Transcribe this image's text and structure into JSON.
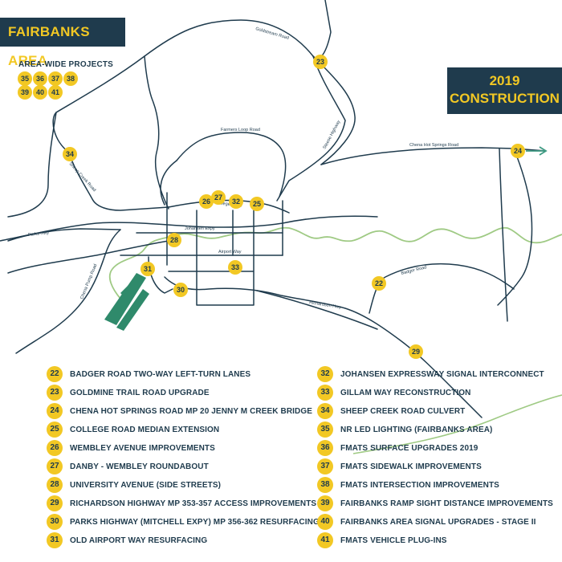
{
  "titles": {
    "area": "FAIRBANKS AREA",
    "year_line1": "2019",
    "year_line2": "CONSTRUCTION",
    "area_wide": "AREA-WIDE PROJECTS"
  },
  "colors": {
    "navy": "#1f3b4d",
    "yellow": "#f2c824",
    "road": "#1f3b4d",
    "river": "#9fca84",
    "airport": "#2f8a6b",
    "arrow": "#3f9b83"
  },
  "road_labels": {
    "goldstream": "Goldstream Road",
    "steese": "Steese Highway",
    "chena_hot_springs": "Chena Hot Springs Road",
    "farmers_loop": "Farmers Loop Road",
    "sheep_creek": "Sheep Creek Road",
    "college": "College Road",
    "johansen": "Johansen Expy",
    "parks": "Parks Hwy",
    "airport_way": "Airport Way",
    "chena_pump": "Chena Pump Road",
    "badger": "Badger Road",
    "richardson": "Richardson Hwy"
  },
  "map_markers": {
    "m23": "23",
    "m24": "24",
    "m34": "34",
    "m26": "26",
    "m27": "27",
    "m32": "32",
    "m25": "25",
    "m28": "28",
    "m33": "33",
    "m31": "31",
    "m30": "30",
    "m22": "22",
    "m29": "29"
  },
  "area_wide_projects": [
    "35",
    "36",
    "37",
    "38",
    "39",
    "40",
    "41"
  ],
  "legend_left": [
    {
      "num": "22",
      "label": "BADGER ROAD TWO-WAY LEFT-TURN LANES"
    },
    {
      "num": "23",
      "label": "GOLDMINE TRAIL ROAD UPGRADE"
    },
    {
      "num": "24",
      "label": "CHENA HOT SPRINGS ROAD MP 20 JENNY M CREEK BRIDGE"
    },
    {
      "num": "25",
      "label": "COLLEGE ROAD MEDIAN EXTENSION"
    },
    {
      "num": "26",
      "label": "WEMBLEY AVENUE IMPROVEMENTS"
    },
    {
      "num": "27",
      "label": "DANBY - WEMBLEY ROUNDABOUT"
    },
    {
      "num": "28",
      "label": "UNIVERSITY AVENUE (SIDE STREETS)"
    },
    {
      "num": "29",
      "label": "RICHARDSON HIGHWAY MP 353-357 ACCESS IMPROVEMENTS"
    },
    {
      "num": "30",
      "label": "PARKS HIGHWAY (MITCHELL EXPY) MP 356-362 RESURFACING"
    },
    {
      "num": "31",
      "label": "OLD AIRPORT WAY RESURFACING"
    }
  ],
  "legend_right": [
    {
      "num": "32",
      "label": "JOHANSEN EXPRESSWAY SIGNAL INTERCONNECT"
    },
    {
      "num": "33",
      "label": "GILLAM WAY RECONSTRUCTION"
    },
    {
      "num": "34",
      "label": "SHEEP CREEK ROAD CULVERT"
    },
    {
      "num": "35",
      "label": "NR LED LIGHTING (FAIRBANKS AREA)"
    },
    {
      "num": "36",
      "label": "FMATS SURFACE UPGRADES 2019"
    },
    {
      "num": "37",
      "label": "FMATS SIDEWALK IMPROVEMENTS"
    },
    {
      "num": "38",
      "label": "FMATS INTERSECTION IMPROVEMENTS"
    },
    {
      "num": "39",
      "label": "FAIRBANKS RAMP SIGHT DISTANCE IMPROVEMENTS"
    },
    {
      "num": "40",
      "label": "FAIRBANKS AREA SIGNAL UPGRADES - STAGE II"
    },
    {
      "num": "41",
      "label": "FMATS VEHICLE PLUG-INS"
    }
  ]
}
